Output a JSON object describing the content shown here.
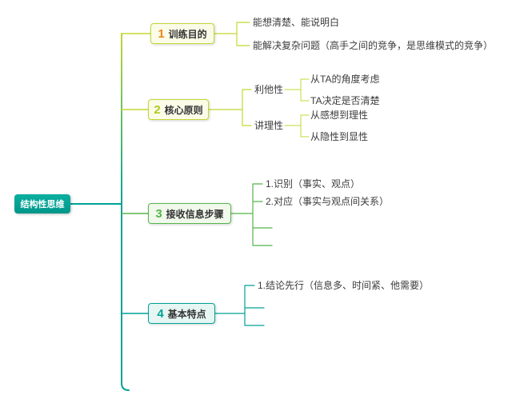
{
  "root": {
    "label": "结构性思维"
  },
  "branches": [
    {
      "number": "1",
      "label": "训练目的",
      "children": [
        {
          "label": "能想清楚、能说明白"
        },
        {
          "label": "能解决复杂问题（高手之间的竞争，是思维模式的竞争）"
        }
      ]
    },
    {
      "number": "2",
      "label": "核心原则",
      "children": [
        {
          "label": "利他性",
          "children": [
            {
              "label": "从TA的角度考虑"
            },
            {
              "label": "TA决定是否清楚"
            }
          ]
        },
        {
          "label": "讲理性",
          "children": [
            {
              "label": "从感想到理性"
            },
            {
              "label": "从隐性到显性"
            }
          ]
        }
      ]
    },
    {
      "number": "3",
      "label": "接收信息步骤",
      "children": [
        {
          "label": "1.识别（事实、观点）"
        },
        {
          "label": "2.对应（事实与观点间关系）"
        }
      ]
    },
    {
      "number": "4",
      "label": "基本特点",
      "children": [
        {
          "label": "1.结论先行（信息多、时间紧、他需要）"
        }
      ]
    }
  ],
  "colors": {
    "teal": "#00A295",
    "green": "#55B54B",
    "yellow_green": "#C3D832",
    "number1_orange": "#F08519",
    "number2_yellow_green": "#AFCB1F",
    "number3_green": "#55B54B",
    "number4_teal": "#00A295",
    "text": "#3C3C3C",
    "root_background": "#00A295",
    "root_text": "#FFFFFF"
  }
}
